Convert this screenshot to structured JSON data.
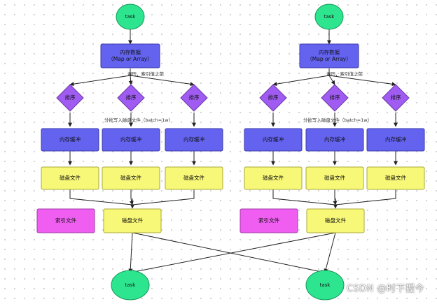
{
  "colors": {
    "circle_fill": "#2ee58f",
    "circle_stroke": "#16985a",
    "blue_fill": "#6363f0",
    "blue_stroke": "#3a3aaa",
    "diamond_fill": "#a05cf2",
    "diamond_stroke": "#6b3aa6",
    "yellow_fill": "#f8f878",
    "yellow_stroke": "#a8a83a",
    "pink_fill": "#ef5ef0",
    "pink_stroke": "#a13aa6",
    "line": "#222222"
  },
  "left": {
    "task_top": "task",
    "data_struct": [
      "内存数据",
      "（Map or Array）"
    ],
    "split_label": "遍历，索引值之前",
    "sort": [
      "排序",
      "排序",
      "排序"
    ],
    "write_label": "分批写入磁盘文件（batch=1w）",
    "buffer": [
      "内存缓冲",
      "内存缓冲",
      "内存缓冲"
    ],
    "disk": [
      "磁盘文件",
      "磁盘文件",
      "磁盘文件"
    ],
    "index_file": "索引文件",
    "merged_file": "磁盘文件"
  },
  "right": {
    "task_top": "task",
    "data_struct": [
      "内存数据",
      "（Map or Array）"
    ],
    "split_label": "遍历，索引值之前",
    "sort": [
      "排序",
      "排序",
      "排序"
    ],
    "write_label": "分批写入磁盘文件（batch=1w）",
    "buffer": [
      "内存缓冲",
      "内存缓冲",
      "内存缓冲"
    ],
    "disk": [
      "磁盘文件",
      "磁盘文件",
      "磁盘文件"
    ],
    "index_file": "索引文件",
    "merged_file": "磁盘文件"
  },
  "bottom": {
    "task_left": "task",
    "task_right": "task"
  },
  "watermark": "CSDN @时下握今"
}
